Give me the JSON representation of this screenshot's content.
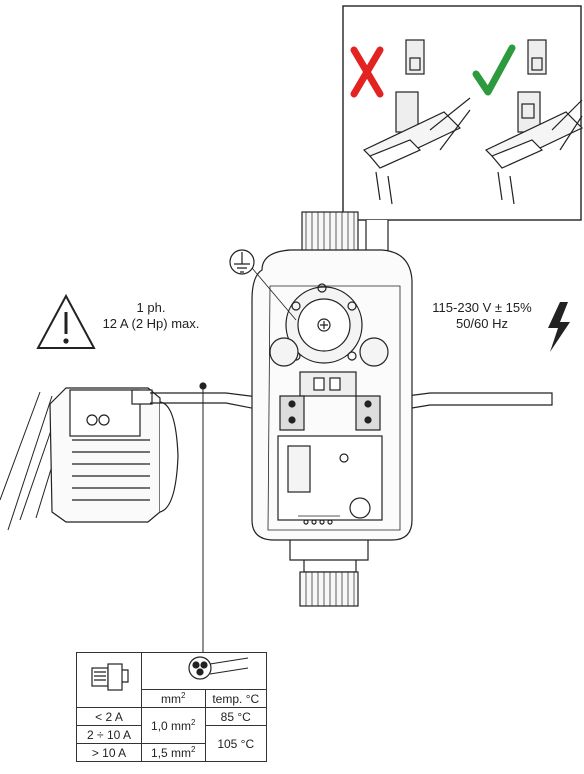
{
  "warning": {
    "line1": "1 ph.",
    "line2": "12 A (2 Hp) max."
  },
  "supply": {
    "voltage": "115-230 V ± 15%",
    "frequency": "50/60 Hz"
  },
  "inset": {
    "wrong_mark": "✗",
    "right_mark": "✓",
    "wrong_color": "#e32222",
    "right_color": "#2e9a3e"
  },
  "cable_table": {
    "col_section": "mm",
    "col_section_sup": "2",
    "col_temp": "temp. °C",
    "rows": [
      {
        "current": "< 2 A",
        "section": "1,0 mm",
        "sup": "2",
        "temp": "85 °C"
      },
      {
        "current": "2 ÷ 10 A",
        "temp": "105 °C"
      },
      {
        "current": "> 10 A",
        "section": "1,5 mm",
        "sup": "2"
      }
    ]
  },
  "colors": {
    "line": "#222222",
    "fill_light": "#f2f2f2",
    "fill_mid": "#d9d9d9"
  }
}
